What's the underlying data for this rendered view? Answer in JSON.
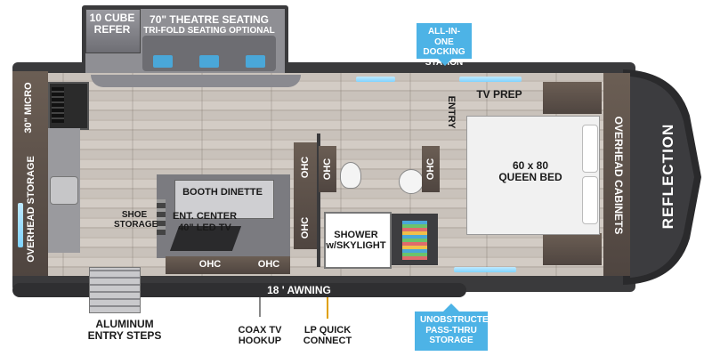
{
  "brand": "REFLECTION",
  "labels": {
    "cube_refer": "10 CUBE REFER",
    "theatre_seating": "70\" THEATRE SEATING",
    "tri_fold": "TRI-FOLD SEATING OPTIONAL",
    "micro": "30\" MICRO",
    "overhead_storage": "OVERHEAD STORAGE",
    "booth_dinette": "BOOTH DINETTE",
    "shoe_storage": "SHOE STORAGE",
    "ent_center": "ENT. CENTER",
    "led_tv": "40\" LED TV",
    "ohc": "OHC",
    "shower": "SHOWER w/SKYLIGHT",
    "entry": "ENTRY",
    "tv_prep": "TV PREP",
    "bed": "60 x 80 QUEEN BED",
    "overhead_cabinets": "OVERHEAD CABINETS",
    "awning": "18 ' AWNING",
    "steps": "ALUMINUM ENTRY STEPS",
    "coax": "COAX TV HOOKUP",
    "lp": "LP QUICK CONNECT"
  },
  "callouts": {
    "docking": "ALL-IN-ONE DOCKING STATION",
    "passthru": "UNOBSTRUCTED PASS-THRU STORAGE"
  },
  "colors": {
    "callout": "#4db3e6",
    "wall": "#3a3a3c",
    "cabinet": "#5a4e47",
    "window": "#7fd3ff",
    "floor": "#c9c2bb",
    "lp_line": "#e0a000"
  }
}
